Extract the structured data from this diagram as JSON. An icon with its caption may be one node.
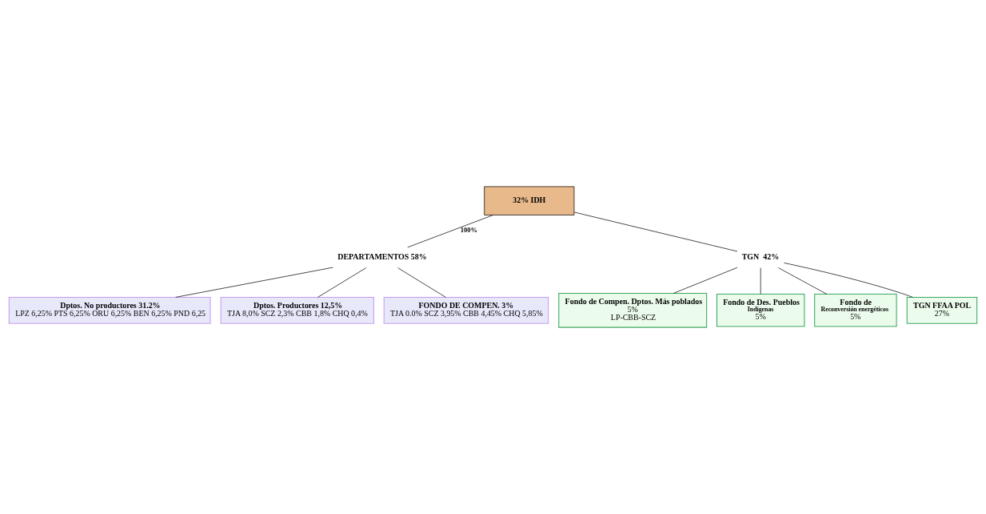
{
  "diagram": {
    "nodes": [
      {
        "text": [
          "32% IDH"
        ]
      },
      {
        "text": [
          "DEPARTAMENTOS 58%"
        ]
      },
      {
        "text": [
          "TGN  42%"
        ]
      },
      {
        "text": [
          "Dptos. No productores 31.2%",
          "LPZ 6,25% PTS 6,25% ORU 6,25% BEN 6,25% PND 6,25"
        ]
      },
      {
        "text": [
          "Dptos. Productores 12,5%",
          "TJA 8,0% SCZ 2,3% CBB 1,8% CHQ 0,4%"
        ]
      },
      {
        "text": [
          "FONDO DE COMPEN. 3%",
          "TJA 0.0% SCZ 3,95% CBB 4,45% CHQ 5,85%"
        ]
      },
      {
        "text": [
          "Fondo de Compen. Dptos. Más poblados",
          "5%",
          "LP-CBB-SCZ"
        ]
      },
      {
        "text": [
          "Fondo de Des. Pueblos",
          "Indígenas",
          "5%"
        ]
      },
      {
        "text": [
          "Fondo de",
          "Reconversión energéticos",
          "5%"
        ]
      },
      {
        "text": [
          "TGN FFAA POL",
          "27%"
        ]
      }
    ],
    "edges": [
      {
        "from": 0,
        "to": 1,
        "arrow": "none",
        "label": "100%"
      },
      {
        "from": 0,
        "to": 2,
        "arrow": "none"
      },
      {
        "from": 1,
        "to": 3,
        "arrow": "none"
      },
      {
        "from": 1,
        "to": 4,
        "arrow": "none"
      },
      {
        "from": 1,
        "to": 5,
        "arrow": "none"
      },
      {
        "from": 2,
        "to": 6,
        "arrow": "none"
      },
      {
        "from": 2,
        "to": 7,
        "arrow": "none"
      },
      {
        "from": 2,
        "to": 8,
        "arrow": "none"
      },
      {
        "from": 2,
        "to": 9,
        "arrow": "none"
      }
    ]
  }
}
